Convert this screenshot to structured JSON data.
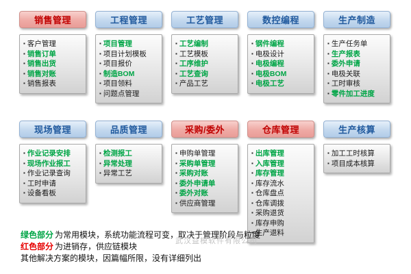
{
  "colors": {
    "highlight_green": "#00A546",
    "header_red_text": "#C00000",
    "header_blue_text": "#215A9E",
    "legend_green": "#00A546",
    "legend_red": "#E60000"
  },
  "modules": [
    {
      "id": "sales",
      "title": "销售管理",
      "style": "red",
      "row": 1,
      "items": [
        {
          "label": "客户管理",
          "highlight": false
        },
        {
          "label": "销售订单",
          "highlight": true
        },
        {
          "label": "销售出货",
          "highlight": true
        },
        {
          "label": "销售对账",
          "highlight": true
        },
        {
          "label": "销售报表",
          "highlight": false
        }
      ]
    },
    {
      "id": "engineering",
      "title": "工程管理",
      "style": "blue",
      "row": 1,
      "items": [
        {
          "label": "项目管理",
          "highlight": true
        },
        {
          "label": "项目计划模板",
          "highlight": false
        },
        {
          "label": "项目报价",
          "highlight": false
        },
        {
          "label": "制造BOM",
          "highlight": true
        },
        {
          "label": "项目领料",
          "highlight": false
        },
        {
          "label": "问题点管理",
          "highlight": false
        }
      ]
    },
    {
      "id": "process",
      "title": "工艺管理",
      "style": "blue",
      "row": 1,
      "items": [
        {
          "label": "工艺编制",
          "highlight": true
        },
        {
          "label": "工艺模板",
          "highlight": false
        },
        {
          "label": "工序维护",
          "highlight": true
        },
        {
          "label": "工艺查询",
          "highlight": true
        },
        {
          "label": "产品工艺",
          "highlight": false
        }
      ]
    },
    {
      "id": "cnc-programming",
      "title": "数控编程",
      "style": "blue",
      "row": 1,
      "items": [
        {
          "label": "钢件编程",
          "highlight": true
        },
        {
          "label": "电极设计",
          "highlight": false
        },
        {
          "label": "电极编程",
          "highlight": true
        },
        {
          "label": "电极BOM",
          "highlight": true
        },
        {
          "label": "电极工艺",
          "highlight": true
        }
      ]
    },
    {
      "id": "manufacturing",
      "title": "生产制造",
      "style": "blue",
      "row": 1,
      "items": [
        {
          "label": "生产任务单",
          "highlight": false
        },
        {
          "label": "生产报表",
          "highlight": true
        },
        {
          "label": "委外申请",
          "highlight": true
        },
        {
          "label": "电极关联",
          "highlight": false
        },
        {
          "label": "工时审核",
          "highlight": false
        },
        {
          "label": "零件加工进度",
          "highlight": true
        }
      ]
    },
    {
      "id": "shopfloor",
      "title": "现场管理",
      "style": "blue",
      "row": 2,
      "items": [
        {
          "label": "作业记录安排",
          "highlight": true
        },
        {
          "label": "现场作业报工",
          "highlight": true
        },
        {
          "label": "作业记录查询",
          "highlight": false
        },
        {
          "label": "工时申请",
          "highlight": false
        },
        {
          "label": "设备看板",
          "highlight": false
        }
      ]
    },
    {
      "id": "quality",
      "title": "品质管理",
      "style": "blue",
      "row": 2,
      "items": [
        {
          "label": "检测报工",
          "highlight": true
        },
        {
          "label": "异常处理",
          "highlight": true
        },
        {
          "label": "异常工艺",
          "highlight": false
        }
      ]
    },
    {
      "id": "purchase-outsourcing",
      "title": "采购/委外",
      "style": "red",
      "row": 2,
      "items": [
        {
          "label": "申购单管理",
          "highlight": false
        },
        {
          "label": "采购单管理",
          "highlight": true
        },
        {
          "label": "采购对账",
          "highlight": true
        },
        {
          "label": "委外申请单",
          "highlight": true
        },
        {
          "label": "委外对账",
          "highlight": true
        },
        {
          "label": "供应商管理",
          "highlight": false
        }
      ]
    },
    {
      "id": "warehouse",
      "title": "仓库管理",
      "style": "red",
      "row": 2,
      "items": [
        {
          "label": "出库管理",
          "highlight": true
        },
        {
          "label": "入库管理",
          "highlight": true
        },
        {
          "label": "库存管理",
          "highlight": true
        },
        {
          "label": "库存流水",
          "highlight": false
        },
        {
          "label": "仓库盘点",
          "highlight": false
        },
        {
          "label": "仓库调拨",
          "highlight": false
        },
        {
          "label": "采购退货",
          "highlight": false
        },
        {
          "label": "库存申购",
          "highlight": false
        },
        {
          "label": "生产退料",
          "highlight": false
        }
      ]
    },
    {
      "id": "production-costing",
      "title": "生产核算",
      "style": "blue",
      "row": 2,
      "items": [
        {
          "label": "加工工时核算",
          "highlight": false
        },
        {
          "label": "项目成本核算",
          "highlight": false
        }
      ]
    }
  ],
  "legend": [
    {
      "prefix": "绿色部分",
      "prefix_color": "#00A546",
      "text": "为常用模块，系统功能流程可变，取决于管理阶段与粒度"
    },
    {
      "prefix": "红色部分",
      "prefix_color": "#E60000",
      "text": "为进销存，供应链模块"
    },
    {
      "prefix": "",
      "prefix_color": "",
      "text": "其他解决方案的模块，因篇幅所限，没有详细列出"
    }
  ],
  "watermark": "武汉益模软件有限公司"
}
